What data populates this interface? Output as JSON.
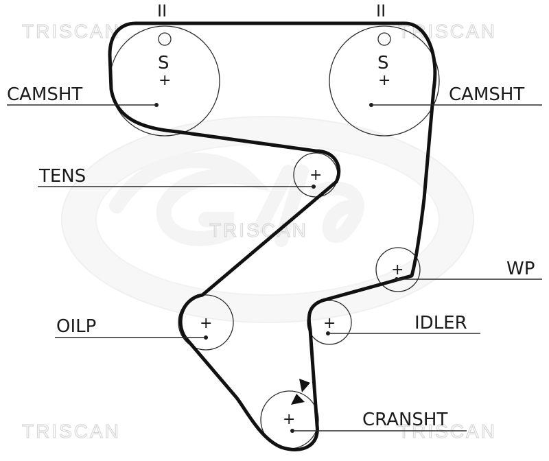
{
  "labels": {
    "camshaft_left": "CAMSHT",
    "camshaft_right": "CAMSHT",
    "tensioner": "TENS",
    "oil_pump": "OILP",
    "water_pump": "WP",
    "idler": "IDLER",
    "crankshaft": "CRANSHT"
  },
  "marks": {
    "timing_mark": "II",
    "sprocket_letter": "S",
    "center_symbol": "+"
  },
  "watermarks": {
    "brand": "TRISCAN"
  },
  "colors": {
    "belt": "#111111",
    "line": "#2a2a2a",
    "text": "#1a1a1a",
    "watermark": "#d8d8d8",
    "logo_watermark": "#efefef"
  }
}
